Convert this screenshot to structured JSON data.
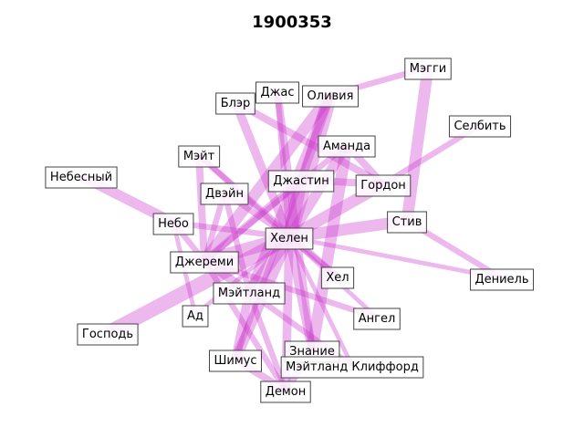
{
  "title": "1900353",
  "colors": {
    "edge": "#cc33cc",
    "label_fill": "#ffffff",
    "label_border": "#444444",
    "text": "#000000"
  },
  "nodes": [
    {
      "id": "helen",
      "label": "Хелен"
    },
    {
      "id": "maggie",
      "label": "Мэгги"
    },
    {
      "id": "jas",
      "label": "Джас"
    },
    {
      "id": "olivia",
      "label": "Оливия"
    },
    {
      "id": "blair",
      "label": "Блэр"
    },
    {
      "id": "selbit",
      "label": "Селбить"
    },
    {
      "id": "amanda",
      "label": "Аманда"
    },
    {
      "id": "mayt",
      "label": "Мэйт"
    },
    {
      "id": "nebesny",
      "label": "Небесный"
    },
    {
      "id": "justin",
      "label": "Джастин"
    },
    {
      "id": "gordon",
      "label": "Гордон"
    },
    {
      "id": "dwayne",
      "label": "Двэйн"
    },
    {
      "id": "nebo",
      "label": "Небо"
    },
    {
      "id": "steve",
      "label": "Стив"
    },
    {
      "id": "jeremy",
      "label": "Джереми"
    },
    {
      "id": "hel",
      "label": "Хел"
    },
    {
      "id": "daniel",
      "label": "Дениель"
    },
    {
      "id": "maitland",
      "label": "Мэйтланд"
    },
    {
      "id": "ad",
      "label": "Ад"
    },
    {
      "id": "angel",
      "label": "Ангел"
    },
    {
      "id": "gospod",
      "label": "Господь"
    },
    {
      "id": "znanie",
      "label": "Знание"
    },
    {
      "id": "shamus",
      "label": "Шимус"
    },
    {
      "id": "mclifford",
      "label": "Мэйтланд Клиффорд"
    },
    {
      "id": "demon",
      "label": "Демон"
    }
  ],
  "edges": [
    {
      "source": "helen",
      "target": "olivia",
      "weight": 10
    },
    {
      "source": "helen",
      "target": "justin",
      "weight": 9
    },
    {
      "source": "helen",
      "target": "jeremy",
      "weight": 9
    },
    {
      "source": "helen",
      "target": "maitland",
      "weight": 8
    },
    {
      "source": "helen",
      "target": "gordon",
      "weight": 8
    },
    {
      "source": "helen",
      "target": "steve",
      "weight": 8
    },
    {
      "source": "helen",
      "target": "amanda",
      "weight": 7
    },
    {
      "source": "helen",
      "target": "shamus",
      "weight": 7
    },
    {
      "source": "helen",
      "target": "znanie",
      "weight": 6
    },
    {
      "source": "helen",
      "target": "blair",
      "weight": 6
    },
    {
      "source": "helen",
      "target": "demon",
      "weight": 6
    },
    {
      "source": "helen",
      "target": "jas",
      "weight": 4
    },
    {
      "source": "helen",
      "target": "dwayne",
      "weight": 4
    },
    {
      "source": "helen",
      "target": "mayt",
      "weight": 4
    },
    {
      "source": "helen",
      "target": "nebo",
      "weight": 4
    },
    {
      "source": "helen",
      "target": "hel",
      "weight": 4
    },
    {
      "source": "helen",
      "target": "angel",
      "weight": 3
    },
    {
      "source": "helen",
      "target": "gospod",
      "weight": 10
    },
    {
      "source": "helen",
      "target": "mclifford",
      "weight": 3
    },
    {
      "source": "helen",
      "target": "ad",
      "weight": 3
    },
    {
      "source": "helen",
      "target": "daniel",
      "weight": 3
    },
    {
      "source": "nebesny",
      "target": "nebo",
      "weight": 7
    },
    {
      "source": "maggie",
      "target": "steve",
      "weight": 8
    },
    {
      "source": "maggie",
      "target": "olivia",
      "weight": 4
    },
    {
      "source": "selbit",
      "target": "gordon",
      "weight": 4
    },
    {
      "source": "steve",
      "target": "daniel",
      "weight": 4
    },
    {
      "source": "gordon",
      "target": "amanda",
      "weight": 5
    },
    {
      "source": "gordon",
      "target": "justin",
      "weight": 5
    },
    {
      "source": "gordon",
      "target": "blair",
      "weight": 5
    },
    {
      "source": "olivia",
      "target": "jeremy",
      "weight": 8
    },
    {
      "source": "olivia",
      "target": "justin",
      "weight": 6
    },
    {
      "source": "olivia",
      "target": "maitland",
      "weight": 6
    },
    {
      "source": "jas",
      "target": "znanie",
      "weight": 5
    },
    {
      "source": "amanda",
      "target": "znanie",
      "weight": 8
    },
    {
      "source": "amanda",
      "target": "jeremy",
      "weight": 4
    },
    {
      "source": "justin",
      "target": "jeremy",
      "weight": 5
    },
    {
      "source": "justin",
      "target": "shamus",
      "weight": 4
    },
    {
      "source": "mayt",
      "target": "jeremy",
      "weight": 5
    },
    {
      "source": "mayt",
      "target": "hel",
      "weight": 4
    },
    {
      "source": "dwayne",
      "target": "jeremy",
      "weight": 4
    },
    {
      "source": "dwayne",
      "target": "maitland",
      "weight": 4
    },
    {
      "source": "nebo",
      "target": "jeremy",
      "weight": 4
    },
    {
      "source": "nebo",
      "target": "ad",
      "weight": 3
    },
    {
      "source": "jeremy",
      "target": "maitland",
      "weight": 6
    },
    {
      "source": "jeremy",
      "target": "angel",
      "weight": 4
    },
    {
      "source": "jeremy",
      "target": "demon",
      "weight": 4
    },
    {
      "source": "maitland",
      "target": "shamus",
      "weight": 6
    },
    {
      "source": "maitland",
      "target": "demon",
      "weight": 4
    },
    {
      "source": "maitland",
      "target": "mclifford",
      "weight": 4
    },
    {
      "source": "shamus",
      "target": "demon",
      "weight": 5
    },
    {
      "source": "znanie",
      "target": "demon",
      "weight": 5
    }
  ]
}
